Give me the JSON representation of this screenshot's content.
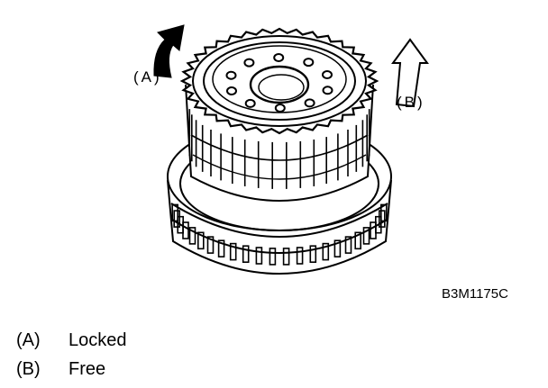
{
  "callouts": {
    "a": "(A)",
    "b": "(B)"
  },
  "figure_code": "B3M1175C",
  "legend": [
    {
      "key": "(A)",
      "label": "Locked"
    },
    {
      "key": "(B)",
      "label": "Free"
    }
  ]
}
